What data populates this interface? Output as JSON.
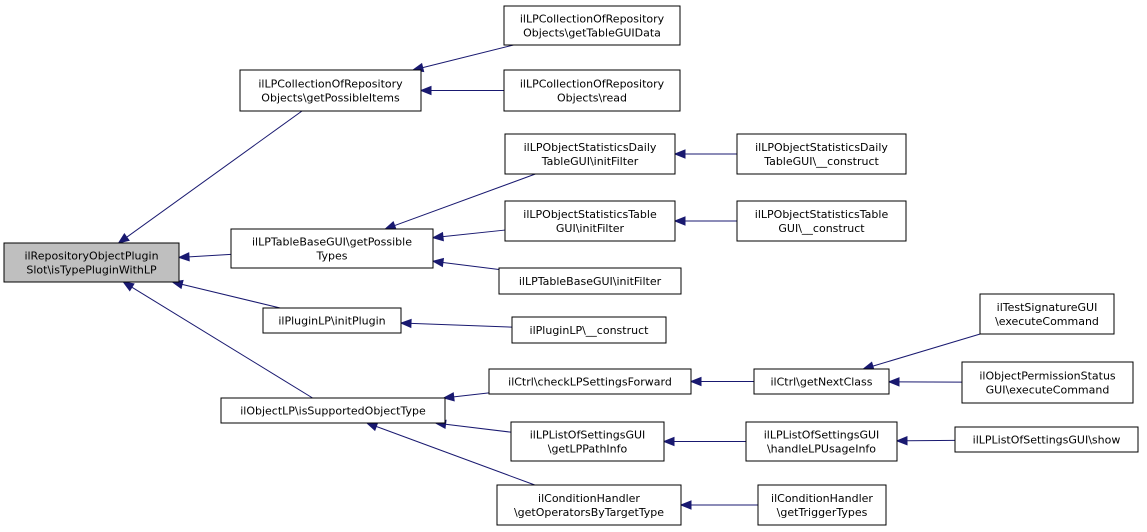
{
  "colors": {
    "edge": "#191970",
    "node_fill": "#ffffff",
    "root_fill": "#bfbfbf",
    "border": "#000000"
  },
  "nodes": [
    {
      "id": "root",
      "lines": [
        "ilRepositoryObjectPlugin",
        "Slot\\isTypePluginWithLP"
      ],
      "highlight": true
    },
    {
      "id": "coll_getPossibleItems",
      "lines": [
        "ilLPCollectionOfRepository",
        "Objects\\getPossibleItems"
      ]
    },
    {
      "id": "coll_getTableGUIData",
      "lines": [
        "ilLPCollectionOfRepository",
        "Objects\\getTableGUIData"
      ]
    },
    {
      "id": "coll_read",
      "lines": [
        "ilLPCollectionOfRepository",
        "Objects\\read"
      ]
    },
    {
      "id": "tbl_getPossibleTypes",
      "lines": [
        "ilLPTableBaseGUI\\getPossible",
        "Types"
      ]
    },
    {
      "id": "daily_initFilter",
      "lines": [
        "ilLPObjectStatisticsDaily",
        "TableGUI\\initFilter"
      ]
    },
    {
      "id": "daily_construct",
      "lines": [
        "ilLPObjectStatisticsDaily",
        "TableGUI\\__construct"
      ]
    },
    {
      "id": "stat_initFilter",
      "lines": [
        "ilLPObjectStatisticsTable",
        "GUI\\initFilter"
      ]
    },
    {
      "id": "stat_construct",
      "lines": [
        "ilLPObjectStatisticsTable",
        "GUI\\__construct"
      ]
    },
    {
      "id": "tbl_initFilter",
      "lines": [
        "ilLPTableBaseGUI\\initFilter"
      ]
    },
    {
      "id": "plugin_initPlugin",
      "lines": [
        "ilPluginLP\\initPlugin"
      ]
    },
    {
      "id": "plugin_construct",
      "lines": [
        "ilPluginLP\\__construct"
      ]
    },
    {
      "id": "objlp_isSupported",
      "lines": [
        "ilObjectLP\\isSupportedObjectType"
      ]
    },
    {
      "id": "ctrl_checkLP",
      "lines": [
        "ilCtrl\\checkLPSettingsForward"
      ]
    },
    {
      "id": "ctrl_getNextClass",
      "lines": [
        "ilCtrl\\getNextClass"
      ]
    },
    {
      "id": "testsig_exec",
      "lines": [
        "ilTestSignatureGUI",
        "\\executeCommand"
      ]
    },
    {
      "id": "objperm_exec",
      "lines": [
        "ilObjectPermissionStatus",
        "GUI\\executeCommand"
      ]
    },
    {
      "id": "list_getLPPathInfo",
      "lines": [
        "ilLPListOfSettingsGUI",
        "\\getLPPathInfo"
      ]
    },
    {
      "id": "list_handleUsage",
      "lines": [
        "ilLPListOfSettingsGUI",
        "\\handleLPUsageInfo"
      ]
    },
    {
      "id": "list_show",
      "lines": [
        "ilLPListOfSettingsGUI\\show"
      ]
    },
    {
      "id": "cond_getOperators",
      "lines": [
        "ilConditionHandler",
        "\\getOperatorsByTargetType"
      ]
    },
    {
      "id": "cond_getTrigger",
      "lines": [
        "ilConditionHandler",
        "\\getTriggerTypes"
      ]
    }
  ],
  "edges": [
    {
      "from": "coll_getPossibleItems",
      "to": "root"
    },
    {
      "from": "tbl_getPossibleTypes",
      "to": "root"
    },
    {
      "from": "plugin_initPlugin",
      "to": "root"
    },
    {
      "from": "objlp_isSupported",
      "to": "root"
    },
    {
      "from": "coll_getTableGUIData",
      "to": "coll_getPossibleItems"
    },
    {
      "from": "coll_read",
      "to": "coll_getPossibleItems"
    },
    {
      "from": "daily_initFilter",
      "to": "tbl_getPossibleTypes"
    },
    {
      "from": "stat_initFilter",
      "to": "tbl_getPossibleTypes"
    },
    {
      "from": "tbl_initFilter",
      "to": "tbl_getPossibleTypes"
    },
    {
      "from": "daily_construct",
      "to": "daily_initFilter"
    },
    {
      "from": "stat_construct",
      "to": "stat_initFilter"
    },
    {
      "from": "plugin_construct",
      "to": "plugin_initPlugin"
    },
    {
      "from": "ctrl_checkLP",
      "to": "objlp_isSupported"
    },
    {
      "from": "list_getLPPathInfo",
      "to": "objlp_isSupported"
    },
    {
      "from": "cond_getOperators",
      "to": "objlp_isSupported"
    },
    {
      "from": "ctrl_getNextClass",
      "to": "ctrl_checkLP"
    },
    {
      "from": "testsig_exec",
      "to": "ctrl_getNextClass"
    },
    {
      "from": "objperm_exec",
      "to": "ctrl_getNextClass"
    },
    {
      "from": "list_handleUsage",
      "to": "list_getLPPathInfo"
    },
    {
      "from": "list_show",
      "to": "list_handleUsage"
    },
    {
      "from": "cond_getTrigger",
      "to": "cond_getOperators"
    }
  ]
}
